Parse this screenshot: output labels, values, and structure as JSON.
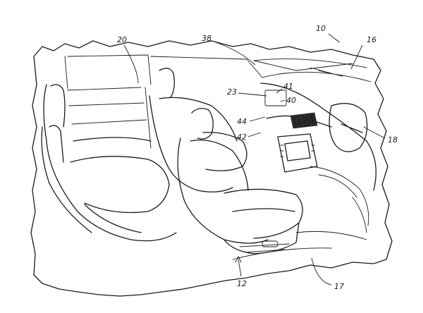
{
  "labels": {
    "vehicle": "10",
    "cabin_front": "12",
    "steering_wheel": "16",
    "floor": "17",
    "dashboard": "18",
    "rear_seat": "20",
    "display_panel": "23",
    "pillar": "38",
    "panel_a": "40",
    "panel_b": "41",
    "console": "42",
    "trim": "44"
  }
}
